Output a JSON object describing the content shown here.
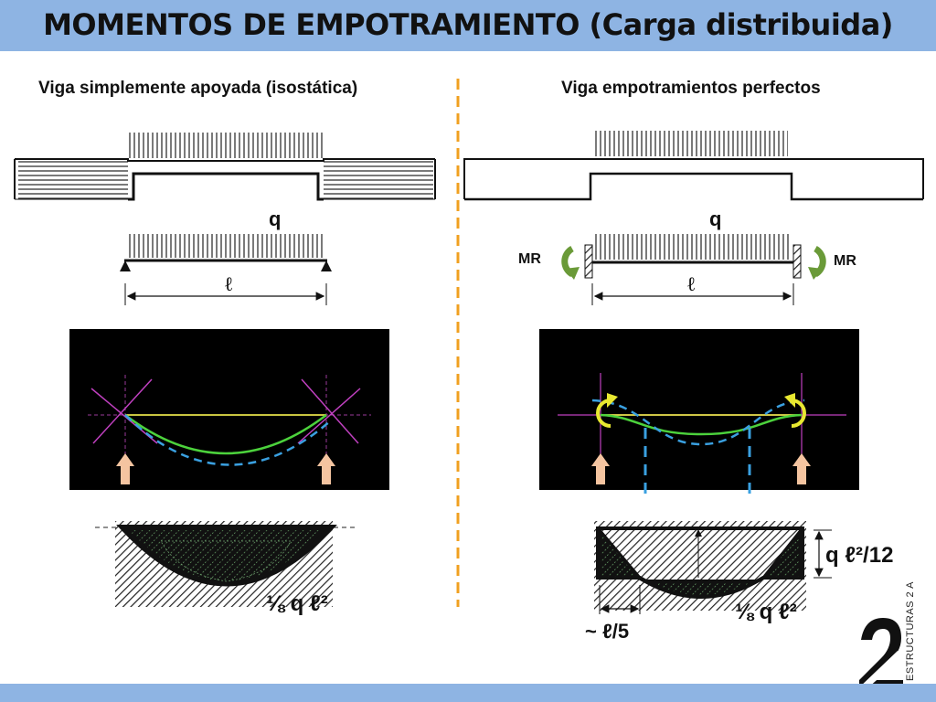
{
  "title": "MOMENTOS DE EMPOTRAMIENTO (Carga distribuida)",
  "left": {
    "subtitle": "Viga simplemente apoyada (isostática)",
    "load_label": "q",
    "span_label": "ℓ",
    "moment_label": "⅛ q ℓ²"
  },
  "right": {
    "subtitle": "Viga empotramientos perfectos",
    "load_label": "q",
    "span_label": "ℓ",
    "reaction_moment_left": "MR",
    "reaction_moment_right": "MR",
    "end_moment_label": "q ℓ²/12",
    "span_moment_label": "⅛ q ℓ²",
    "inflection_label": "~ ℓ/5"
  },
  "logo": {
    "text": "ESTRUCTURAS 2 A"
  },
  "colors": {
    "header": "#8eb4e3",
    "divider": "#f0a020",
    "deflection_green": "#4cd23c",
    "deflection_blue": "#3aa0e0",
    "axis_yellow": "#e6e04a",
    "tangent_magenta": "#c040c0",
    "reaction_arrow": "#f4c4a0",
    "moment_arrow_green": "#6a9a38",
    "moment_arrow_yellow": "#e8e830"
  }
}
